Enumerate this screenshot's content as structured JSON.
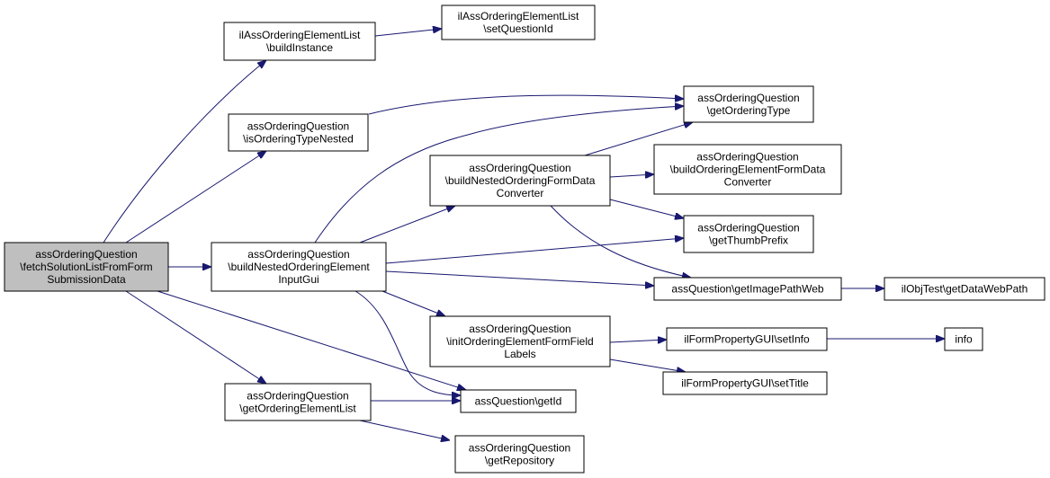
{
  "diagram": {
    "colors": {
      "edge": "#191970",
      "root_fill": "#bfbfbf",
      "node_fill": "#ffffff",
      "border": "#000000"
    },
    "nodes": [
      {
        "id": "root",
        "lines": [
          "assOrderingQuestion",
          "\\fetchSolutionListFromForm",
          "SubmissionData"
        ]
      },
      {
        "id": "buildInstance",
        "lines": [
          "ilAssOrderingElementList",
          "\\buildInstance"
        ]
      },
      {
        "id": "setQuestionId",
        "lines": [
          "ilAssOrderingElementList",
          "\\setQuestionId"
        ]
      },
      {
        "id": "isOrderingTypeNested",
        "lines": [
          "assOrderingQuestion",
          "\\isOrderingTypeNested"
        ]
      },
      {
        "id": "getOrderingType",
        "lines": [
          "assOrderingQuestion",
          "\\getOrderingType"
        ]
      },
      {
        "id": "buildNestedOrderingFormDataConverter",
        "lines": [
          "assOrderingQuestion",
          "\\buildNestedOrderingFormData",
          "Converter"
        ]
      },
      {
        "id": "buildOrderingElementFormDataConverter",
        "lines": [
          "assOrderingQuestion",
          "\\buildOrderingElementFormData",
          "Converter"
        ]
      },
      {
        "id": "getThumbPrefix",
        "lines": [
          "assOrderingQuestion",
          "\\getThumbPrefix"
        ]
      },
      {
        "id": "buildNestedOrderingElementInputGui",
        "lines": [
          "assOrderingQuestion",
          "\\buildNestedOrderingElement",
          "InputGui"
        ]
      },
      {
        "id": "getImagePathWeb",
        "lines": [
          "assQuestion\\getImagePathWeb"
        ]
      },
      {
        "id": "getDataWebPath",
        "lines": [
          "ilObjTest\\getDataWebPath"
        ]
      },
      {
        "id": "initOrderingElementFormFieldLabels",
        "lines": [
          "assOrderingQuestion",
          "\\initOrderingElementFormField",
          "Labels"
        ]
      },
      {
        "id": "setInfo",
        "lines": [
          "ilFormPropertyGUI\\setInfo"
        ]
      },
      {
        "id": "info",
        "lines": [
          "info"
        ]
      },
      {
        "id": "setTitle",
        "lines": [
          "ilFormPropertyGUI\\setTitle"
        ]
      },
      {
        "id": "getOrderingElementList",
        "lines": [
          "assOrderingQuestion",
          "\\getOrderingElementList"
        ]
      },
      {
        "id": "getId",
        "lines": [
          "assQuestion\\getId"
        ]
      },
      {
        "id": "getRepository",
        "lines": [
          "assOrderingQuestion",
          "\\getRepository"
        ]
      }
    ],
    "edges": [
      [
        "root",
        "buildInstance"
      ],
      [
        "root",
        "isOrderingTypeNested"
      ],
      [
        "root",
        "buildNestedOrderingElementInputGui"
      ],
      [
        "root",
        "getOrderingElementList"
      ],
      [
        "root",
        "getId"
      ],
      [
        "buildInstance",
        "setQuestionId"
      ],
      [
        "isOrderingTypeNested",
        "getOrderingType"
      ],
      [
        "buildNestedOrderingElementInputGui",
        "getOrderingType"
      ],
      [
        "buildNestedOrderingElementInputGui",
        "buildNestedOrderingFormDataConverter"
      ],
      [
        "buildNestedOrderingElementInputGui",
        "getThumbPrefix"
      ],
      [
        "buildNestedOrderingElementInputGui",
        "getImagePathWeb"
      ],
      [
        "buildNestedOrderingElementInputGui",
        "initOrderingElementFormFieldLabels"
      ],
      [
        "buildNestedOrderingElementInputGui",
        "getId"
      ],
      [
        "buildNestedOrderingFormDataConverter",
        "getOrderingType"
      ],
      [
        "buildNestedOrderingFormDataConverter",
        "buildOrderingElementFormDataConverter"
      ],
      [
        "buildNestedOrderingFormDataConverter",
        "getThumbPrefix"
      ],
      [
        "buildNestedOrderingFormDataConverter",
        "getImagePathWeb"
      ],
      [
        "getImagePathWeb",
        "getDataWebPath"
      ],
      [
        "initOrderingElementFormFieldLabels",
        "setInfo"
      ],
      [
        "initOrderingElementFormFieldLabels",
        "setTitle"
      ],
      [
        "setInfo",
        "info"
      ],
      [
        "getOrderingElementList",
        "getId"
      ],
      [
        "getOrderingElementList",
        "getRepository"
      ]
    ]
  }
}
